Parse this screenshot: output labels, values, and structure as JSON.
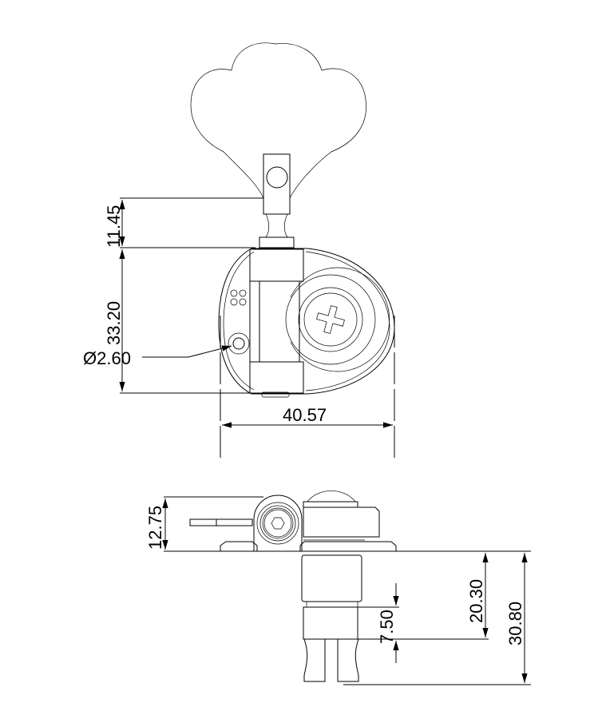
{
  "drawing": {
    "title": "Bass tuning machine dimensions",
    "dimensions": {
      "post_height_top": "11.45",
      "housing_height": "33.20",
      "hole_diameter": "Ø2.60",
      "housing_width": "40.57",
      "side_height": "12.75",
      "bushing_length": "20.30",
      "post_slot": "7.50",
      "total_length": "30.80"
    }
  }
}
